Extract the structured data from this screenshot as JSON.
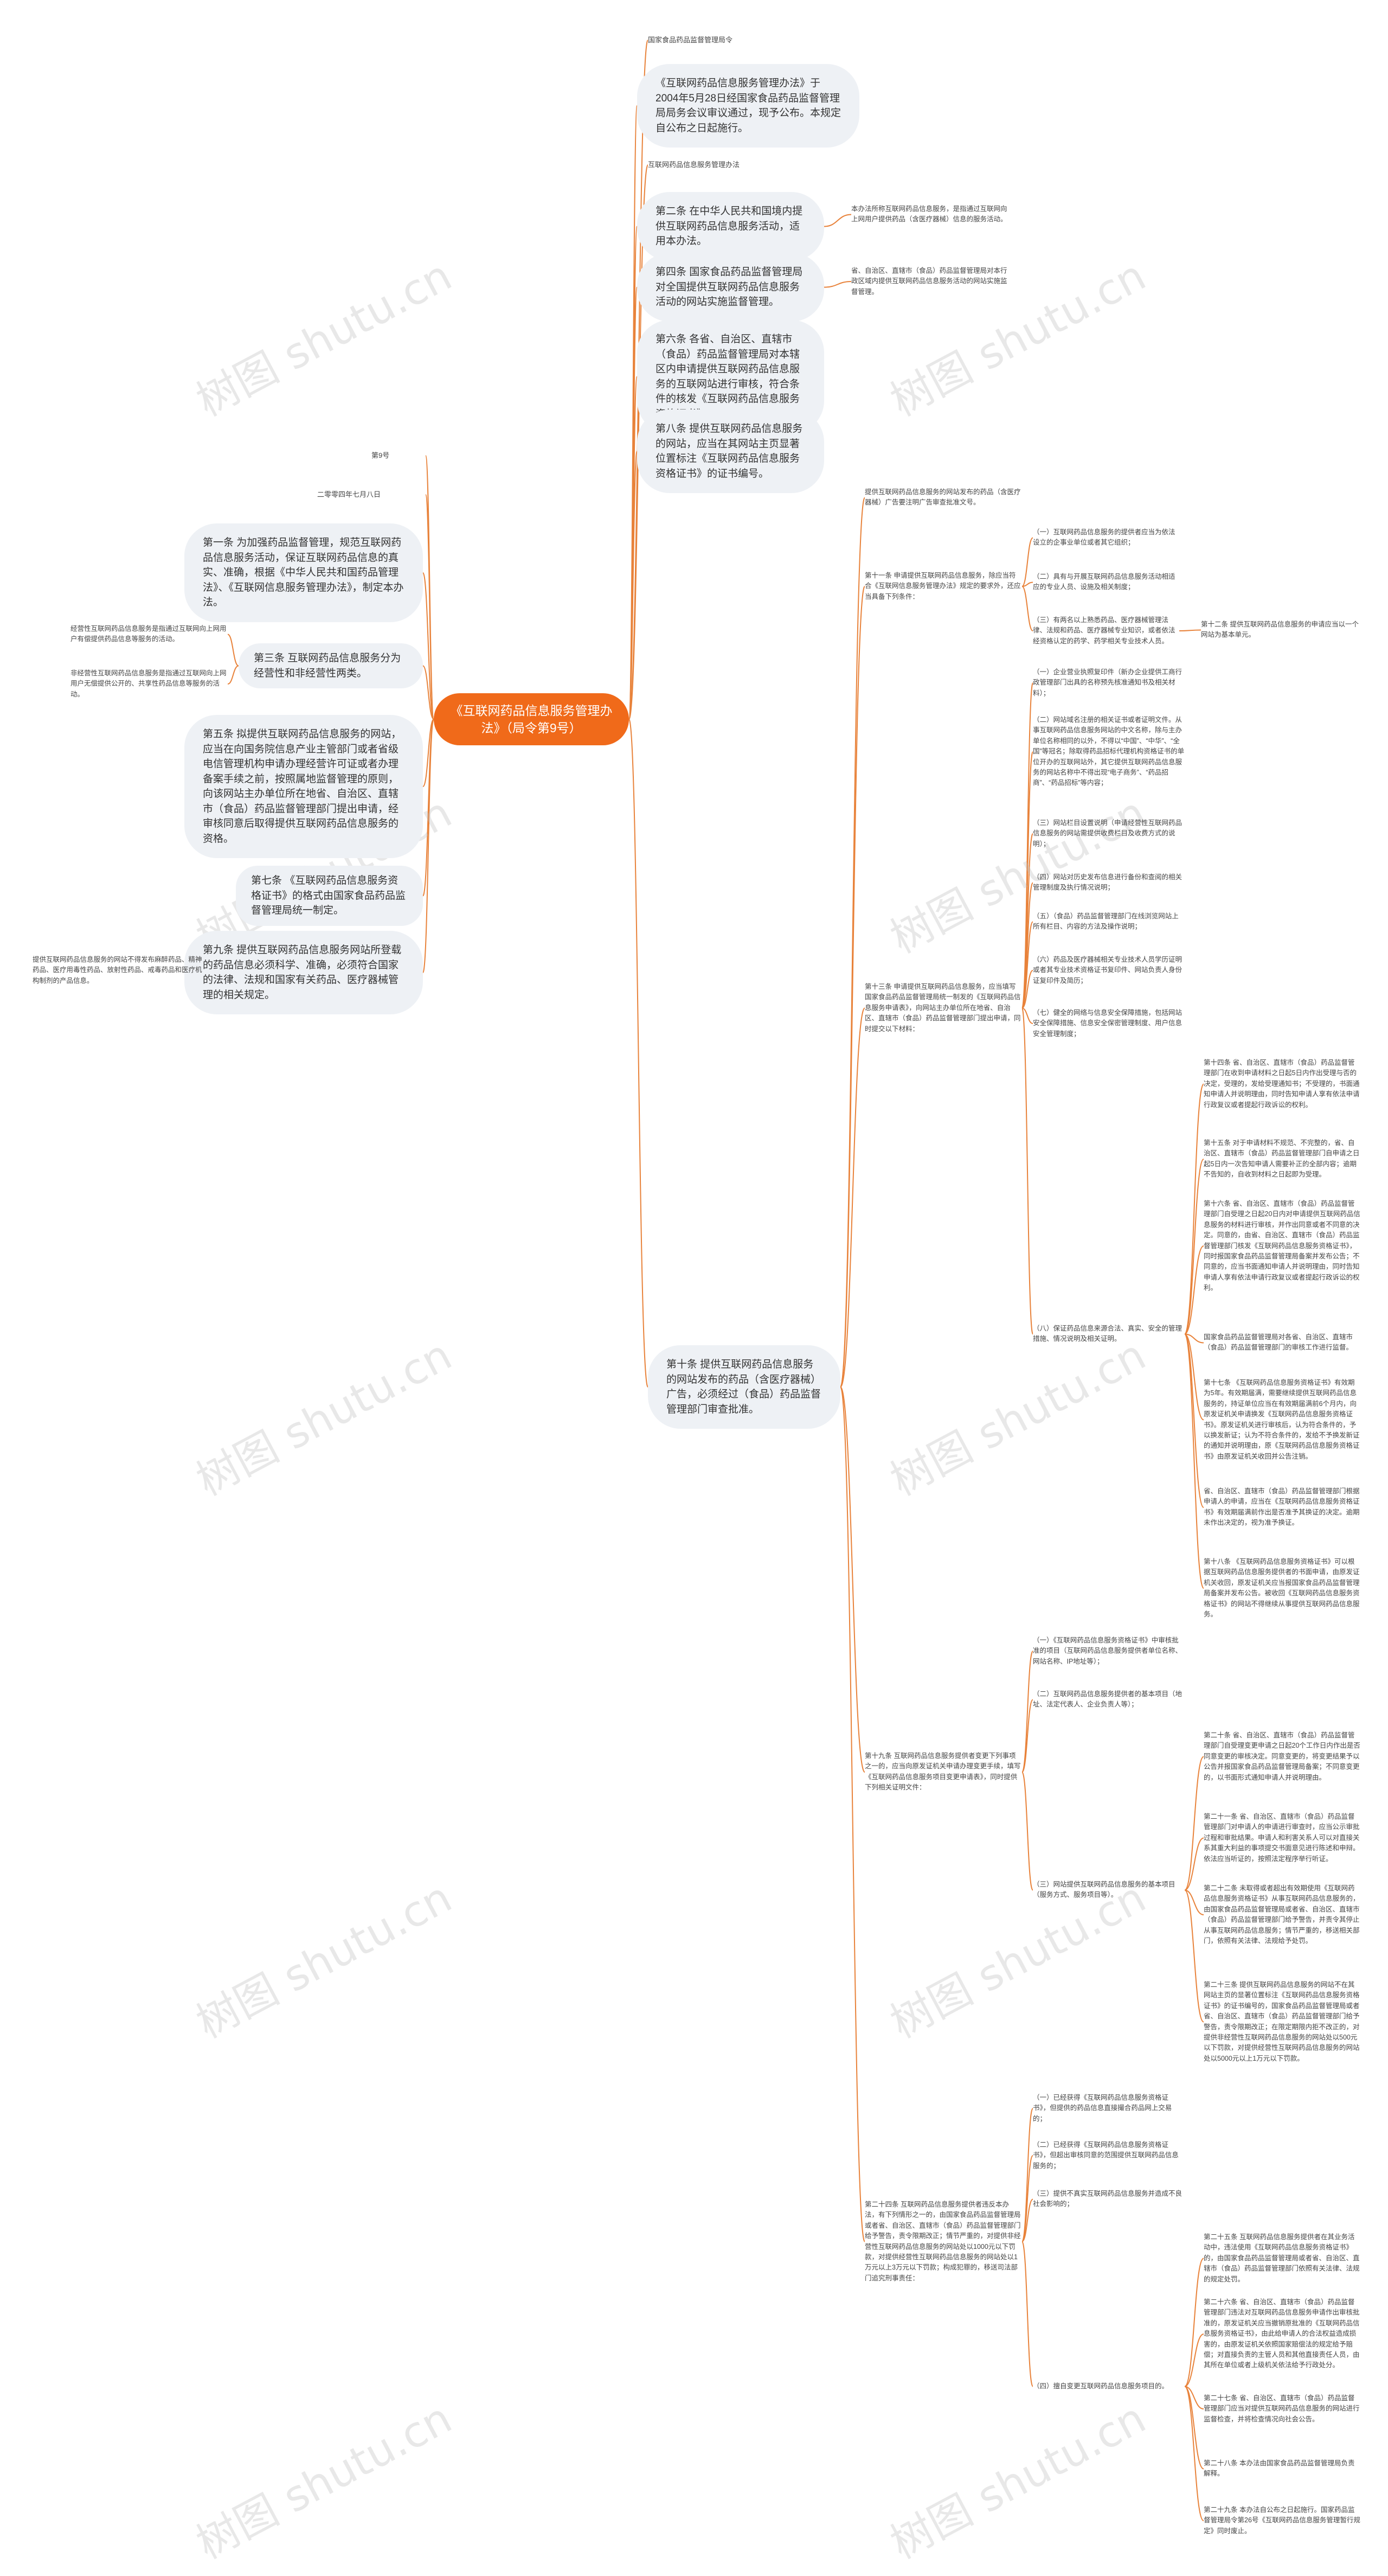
{
  "root": {
    "label": "《互联网药品信息服务管理办法》（局令第9号）"
  },
  "colors": {
    "line": "#e8823a",
    "root": "#f06a1a",
    "node_bg": "#eef1f5"
  },
  "watermark": "树图 shutu.cn",
  "left": [
    {
      "text": "第9号"
    },
    {
      "text": "二零零四年七月八日"
    },
    {
      "text": "第一条 为加强药品监督管理，规范互联网药品信息服务活动，保证互联网药品信息的真实、准确，根据《中华人民共和国药品管理法》、《互联网信息服务管理办法》，制定本办法。"
    },
    {
      "text": "第三条 互联网药品信息服务分为经营性和非经营性两类。"
    },
    {
      "text": "第五条 拟提供互联网药品信息服务的网站，应当在向国务院信息产业主管部门或者省级电信管理机构申请办理经营许可证或者办理备案手续之前，按照属地监督管理的原则，向该网站主办单位所在地省、自治区、直辖市（食品）药品监督管理部门提出申请，经审核同意后取得提供互联网药品信息服务的资格。"
    },
    {
      "text": "第七条 《互联网药品信息服务资格证书》的格式由国家食品药品监督管理局统一制定。"
    },
    {
      "text": "第九条 提供互联网药品信息服务网站所登载的药品信息必须科学、准确，必须符合国家的法律、法规和国家有关药品、医疗器械管理的相关规定。"
    }
  ],
  "left_leaves": {
    "art3_a": "经营性互联网药品信息服务是指通过互联网向上网用户有偿提供药品信息等服务的活动。",
    "art3_b": "非经营性互联网药品信息服务是指通过互联网向上网用户无偿提供公开的、共享性药品信息等服务的活动。",
    "art9": "提供互联网药品信息服务的网站不得发布麻醉药品、精神药品、医疗用毒性药品、放射性药品、戒毒药品和医疗机构制剂的产品信息。"
  },
  "right_top": [
    {
      "text": "国家食品药品监督管理局令"
    },
    {
      "text": "《互联网药品信息服务管理办法》于2004年5月28日经国家食品药品监督管理局局务会议审议通过，现予公布。本规定自公布之日起施行。"
    },
    {
      "text": "互联网药品信息服务管理办法"
    },
    {
      "text": "第二条 在中华人民共和国境内提供互联网药品信息服务活动，适用本办法。"
    },
    {
      "text": "第四条 国家食品药品监督管理局对全国提供互联网药品信息服务活动的网站实施监督管理。"
    },
    {
      "text": "第六条 各省、自治区、直辖市（食品）药品监督管理局对本辖区内申请提供互联网药品信息服务的互联网站进行审核，符合条件的核发《互联网药品信息服务资格证书》。"
    },
    {
      "text": "第八条 提供互联网药品信息服务的网站，应当在其网站主页显著位置标注《互联网药品信息服务资格证书》的证书编号。"
    }
  ],
  "right_top_leaves": {
    "art2": "本办法所称互联网药品信息服务，是指通过互联网向上网用户提供药品（含医疗器械）信息的服务活动。",
    "art4": "省、自治区、直辖市（食品）药品监督管理局对本行政区域内提供互联网药品信息服务活动的网站实施监督管理。"
  },
  "art10": {
    "text": "第十条 提供互联网药品信息服务的网站发布的药品（含医疗器械）广告，必须经过（食品）药品监督管理部门审查批准。"
  },
  "art10_children": {
    "c1": "提供互联网药品信息服务的网站发布的药品（含医疗器械）广告要注明广告审查批准文号。",
    "art11": "第十一条 申请提供互联网药品信息服务，除应当符合《互联网信息服务管理办法》规定的要求外，还应当具备下列条件：",
    "art11_items": [
      "（一）互联网药品信息服务的提供者应当为依法设立的企事业单位或者其它组织；",
      "（二）具有与开展互联网药品信息服务活动相适应的专业人员、设施及相关制度；",
      "（三）有两名以上熟悉药品、医疗器械管理法律、法规和药品、医疗器械专业知识，或者依法经资格认定的药学、药学相关专业技术人员。"
    ],
    "art12": "第十二条 提供互联网药品信息服务的申请应当以一个网站为基本单元。",
    "art13": "第十三条 申请提供互联网药品信息服务，应当填写国家食品药品监督管理局统一制发的《互联网药品信息服务申请表》，向网站主办单位所在地省、自治区、直辖市（食品）药品监督管理部门提出申请，同时提交以下材料：",
    "art13_items": [
      "（一）企业营业执照复印件（新办企业提供工商行政管理部门出具的名称预先核准通知书及相关材料）；",
      "（二）网站域名注册的相关证书或者证明文件。从事互联网药品信息服务网站的中文名称，除与主办单位名称相同的以外，不得以“中国”、“中华”、“全国”等冠名；除取得药品招标代理机构资格证书的单位开办的互联网站外，其它提供互联网药品信息服务的网站名称中不得出现“电子商务”、“药品招商”、“药品招标”等内容；",
      "（三）网站栏目设置说明（申请经营性互联网药品信息服务的网站需提供收费栏目及收费方式的说明）；",
      "（四）网站对历史发布信息进行备份和查阅的相关管理制度及执行情况说明；",
      "（五）（食品）药品监督管理部门在线浏览网站上所有栏目、内容的方法及操作说明；",
      "（六）药品及医疗器械相关专业技术人员学历证明或者其专业技术资格证书复印件、网站负责人身份证复印件及简历；",
      "（七）健全的网络与信息安全保障措施，包括网站安全保障措施、信息安全保密管理制度、用户信息安全管理制度；",
      "（八）保证药品信息来源合法、真实、安全的管理措施、情况说明及相关证明。"
    ],
    "art13_8_children": [
      "第十四条 省、自治区、直辖市（食品）药品监督管理部门在收到申请材料之日起5日内作出受理与否的决定，受理的，发给受理通知书；不受理的，书面通知申请人并说明理由，同时告知申请人享有依法申请行政复议或者提起行政诉讼的权利。",
      "第十五条 对于申请材料不规范、不完整的，省、自治区、直辖市（食品）药品监督管理部门自申请之日起5日内一次告知申请人需要补正的全部内容；逾期不告知的，自收到材料之日起即为受理。",
      "第十六条 省、自治区、直辖市（食品）药品监督管理部门自受理之日起20日内对申请提供互联网药品信息服务的材料进行审核，并作出同意或者不同意的决定。同意的，由省、自治区、直辖市（食品）药品监督管理部门核发《互联网药品信息服务资格证书》，同时报国家食品药品监督管理局备案并发布公告；不同意的，应当书面通知申请人并说明理由，同时告知申请人享有依法申请行政复议或者提起行政诉讼的权利。",
      "国家食品药品监督管理局对各省、自治区、直辖市（食品）药品监督管理部门的审核工作进行监督。",
      "第十七条 《互联网药品信息服务资格证书》有效期为5年。有效期届满，需要继续提供互联网药品信息服务的，持证单位应当在有效期届满前6个月内，向原发证机关申请换发《互联网药品信息服务资格证书》。原发证机关进行审核后，认为符合条件的，予以换发新证；认为不符合条件的，发给不予换发新证的通知并说明理由，原《互联网药品信息服务资格证书》由原发证机关收回并公告注销。",
      "省、自治区、直辖市（食品）药品监督管理部门根据申请人的申请，应当在《互联网药品信息服务资格证书》有效期届满前作出是否准予其换证的决定。逾期未作出决定的，视为准予换证。",
      "第十八条 《互联网药品信息服务资格证书》可以根据互联网药品信息服务提供者的书面申请，由原发证机关收回，原发证机关应当报国家食品药品监督管理局备案并发布公告。被收回《互联网药品信息服务资格证书》的网站不得继续从事提供互联网药品信息服务。"
    ],
    "art19": "第十九条 互联网药品信息服务提供者变更下列事项之一的，应当向原发证机关申请办理变更手续，填写《互联网药品信息服务项目变更申请表》，同时提供下列相关证明文件：",
    "art19_items": [
      "（一）《互联网药品信息服务资格证书》中审核批准的项目（互联网药品信息服务提供者单位名称、网站名称、IP地址等）；",
      "（二）互联网药品信息服务提供者的基本项目（地址、法定代表人、企业负责人等）；",
      "（三）网站提供互联网药品信息服务的基本项目（服务方式、服务项目等）。"
    ],
    "art19_3_children": [
      "第二十条 省、自治区、直辖市（食品）药品监督管理部门自受理变更申请之日起20个工作日内作出是否同意变更的审核决定。同意变更的，将变更结果予以公告并报国家食品药品监督管理局备案；不同意变更的，以书面形式通知申请人并说明理由。",
      "第二十一条 省、自治区、直辖市（食品）药品监督管理部门对申请人的申请进行审查时，应当公示审批过程和审批结果。申请人和利害关系人可以对直接关系其重大利益的事项提交书面意见进行陈述和申辩。依法应当听证的，按照法定程序举行听证。",
      "第二十二条 未取得或者超出有效期使用《互联网药品信息服务资格证书》从事互联网药品信息服务的，由国家食品药品监督管理局或者省、自治区、直辖市（食品）药品监督管理部门给予警告，并责令其停止从事互联网药品信息服务；情节严重的，移送相关部门，依照有关法律、法规给予处罚。",
      "第二十三条 提供互联网药品信息服务的网站不在其网站主页的显著位置标注《互联网药品信息服务资格证书》的证书编号的，国家食品药品监督管理局或者省、自治区、直辖市（食品）药品监督管理部门给予警告，责令限期改正；在限定期限内拒不改正的，对提供非经营性互联网药品信息服务的网站处以500元以下罚款，对提供经营性互联网药品信息服务的网站处以5000元以上1万元以下罚款。"
    ],
    "art24": "第二十四条 互联网药品信息服务提供者违反本办法，有下列情形之一的，由国家食品药品监督管理局或者省、自治区、直辖市（食品）药品监督管理部门给予警告，责令限期改正；情节严重的，对提供非经营性互联网药品信息服务的网站处以1000元以下罚款，对提供经营性互联网药品信息服务的网站处以1万元以上3万元以下罚款；构成犯罪的，移送司法部门追究刑事责任：",
    "art24_items": [
      "（一）已经获得《互联网药品信息服务资格证书》，但提供的药品信息直接撮合药品网上交易的；",
      "（二）已经获得《互联网药品信息服务资格证书》，但超出审核同意的范围提供互联网药品信息服务的；",
      "（三）提供不真实互联网药品信息服务并造成不良社会影响的；",
      "（四）擅自变更互联网药品信息服务项目的。"
    ],
    "art24_4_children": [
      "第二十五条 互联网药品信息服务提供者在其业务活动中，违法使用《互联网药品信息服务资格证书》的，由国家食品药品监督管理局或者省、自治区、直辖市（食品）药品监督管理部门依照有关法律、法规的规定处罚。",
      "第二十六条 省、自治区、直辖市（食品）药品监督管理部门违法对互联网药品信息服务申请作出审核批准的，原发证机关应当撤销原批准的《互联网药品信息服务资格证书》，由此给申请人的合法权益造成损害的，由原发证机关依照国家赔偿法的规定给予赔偿；对直接负责的主管人员和其他直接责任人员，由其所在单位或者上级机关依法给予行政处分。",
      "第二十七条 省、自治区、直辖市（食品）药品监督管理部门应当对提供互联网药品信息服务的网站进行监督检查，并将检查情况向社会公告。",
      "第二十八条 本办法由国家食品药品监督管理局负责解释。",
      "第二十九条 本办法自公布之日起施行。国家药品监督管理局令第26号《互联网药品信息服务管理暂行规定》同时废止。"
    ]
  }
}
